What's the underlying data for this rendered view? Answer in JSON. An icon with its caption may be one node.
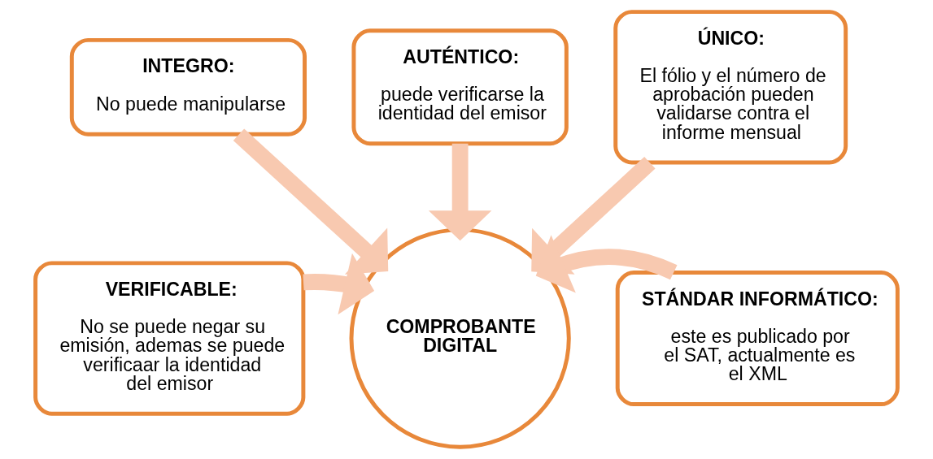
{
  "diagram": {
    "nodes": [
      {
        "text": [
          "AUTÉNTICO:",
          "puede verificarse la identidad del emisor"
        ]
      },
      {
        "text": [
          "INTEGRO:",
          "No puede manipularse"
        ]
      },
      {
        "text": [
          "ÚNICO:",
          "El fólio y el número de aprobación pueden validarse contra el informe mensual"
        ]
      },
      {
        "text": [
          "VERIFICABLE:",
          "No se puede negar su emisión, ademas se puede verificaar la identidad del emisor"
        ]
      },
      {
        "text": [
          "COMPROBANTE DIGITAL"
        ]
      },
      {
        "text": [
          "STÁNDAR INFORMÁTICO:",
          "este es publicado por el SAT, actualmente es el XML"
        ]
      }
    ],
    "edges": [
      {
        "from": 0,
        "to": 4,
        "arrow": "to"
      },
      {
        "from": 1,
        "to": 4,
        "arrow": "to"
      },
      {
        "from": 2,
        "to": 4,
        "arrow": "to"
      },
      {
        "from": 3,
        "to": 4,
        "arrow": "to"
      },
      {
        "from": 5,
        "to": 4,
        "arrow": "to"
      }
    ]
  }
}
